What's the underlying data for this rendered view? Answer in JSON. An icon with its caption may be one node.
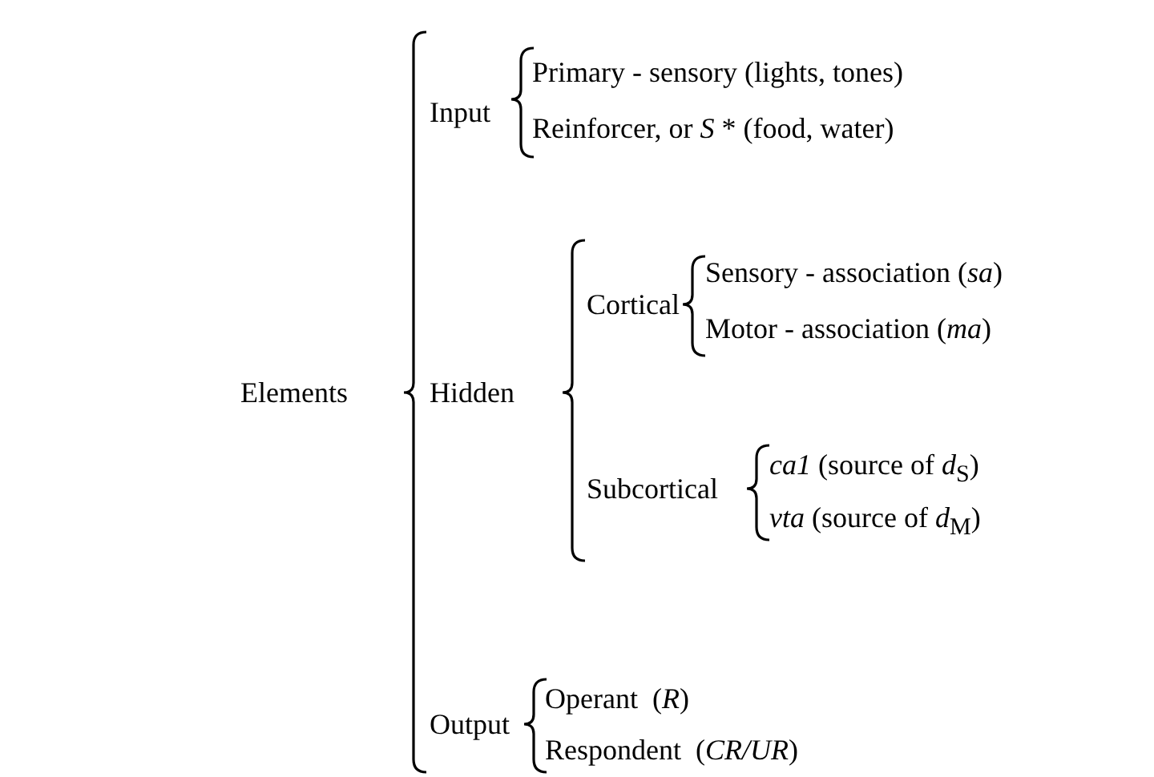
{
  "diagram": {
    "labels": [
      "Elements",
      "Input",
      "Primary - sensory (lights, tones)",
      "Reinforcer, or *S* * (food, water)",
      "Hidden",
      "Cortical",
      "Sensory - association (*sa*)",
      "Motor - association (*ma*)",
      "Subcortical",
      "*ca1* (source of *d*$_{S}$)",
      "*vta* (source of *d*$_{M}$)",
      "Output",
      "Operant  (*R*)",
      "Respondent  (*CR/UR*)"
    ]
  }
}
